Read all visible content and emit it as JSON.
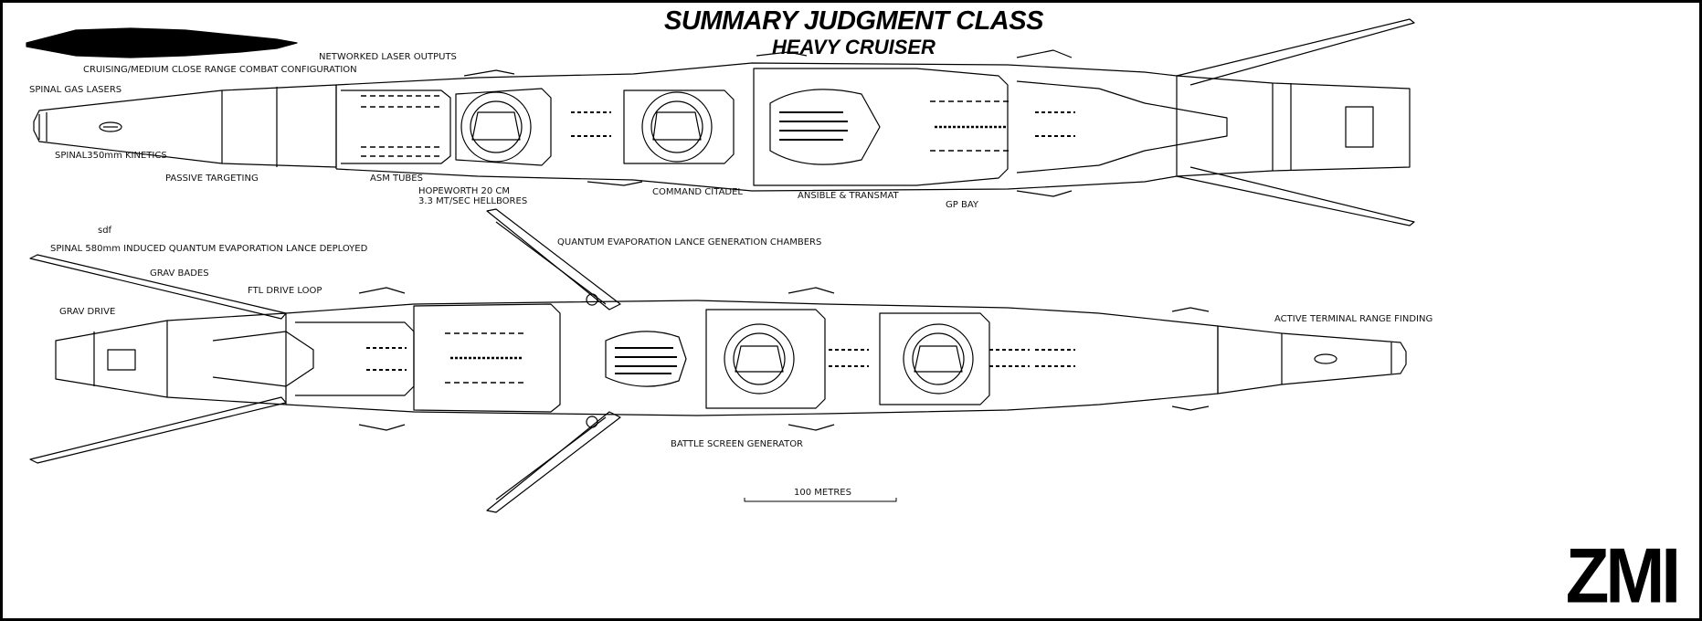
{
  "title": "SUMMARY JUDGMENT CLASS",
  "subtitle": "HEAVY CRUISER",
  "top_view": {
    "labels": {
      "networked_laser_outputs": "NETWORKED LASER OUTPUTS",
      "cruising_config": "CRUISING/MEDIUM CLOSE RANGE COMBAT CONFIGURATION",
      "spinal_gas_lasers": "SPINAL GAS LASERS",
      "spinal_kinetics": "SPINAL350mm KINETICS",
      "passive_targeting": "PASSIVE TARGETING",
      "asm_tubes": "ASM TUBES",
      "hopeworth_1": "HOPEWORTH 20 CM",
      "hopeworth_2": "3.3 MT/SEC HELLBORES",
      "command_citadel": "COMMAND CITADEL",
      "ansible_transmat": "ANSIBLE & TRANSMAT",
      "gp_bay": "GP BAY"
    }
  },
  "bottom_view": {
    "labels": {
      "sdf": "sdf",
      "spinal_lance": "SPINAL 580mm INDUCED QUANTUM EVAPORATION LANCE DEPLOYED",
      "grav_bades": "GRAV BADES",
      "ftl_drive_loop": "FTL DRIVE LOOP",
      "grav_drive": "GRAV DRIVE",
      "lance_chambers": "QUANTUM EVAPORATION LANCE GENERATION CHAMBERS",
      "active_terminal": "ACTIVE TERMINAL RANGE FINDING",
      "battle_screen": "BATTLE SCREEN GENERATOR"
    }
  },
  "scale_bar": {
    "label": "100 METRES"
  },
  "logo": "ZMI",
  "colors": {
    "line": "#000000",
    "background": "#ffffff",
    "silhouette": "#000000"
  }
}
